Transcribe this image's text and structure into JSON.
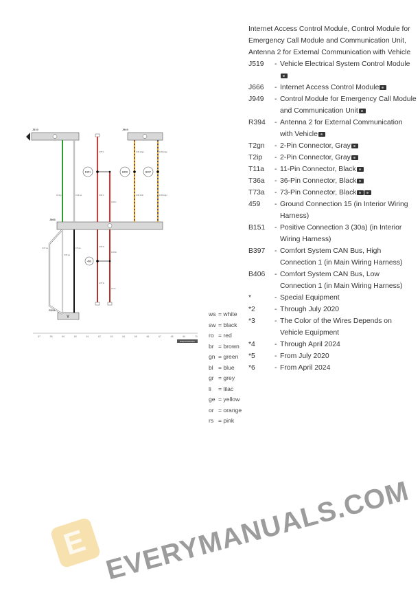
{
  "diagram": {
    "components": {
      "top_left": "J519",
      "top_right": "J949",
      "middle": "J666",
      "bottom": "R394"
    },
    "connections": [
      "B151",
      "B406",
      "B397",
      "459"
    ],
    "wire_labels": [
      "0.13 gn",
      "0.13 ws",
      "0.75 rt",
      "0.35 rt",
      "0.35 rt",
      "0.35 or/ge",
      "0.35 or/ge",
      "0.35 or/br",
      "0.35 or/gn",
      "0.47 ws",
      "0.35 ws",
      "0.5 sw",
      "0.35 br",
      "0.35 br",
      "0.75 br",
      "0.5 br"
    ],
    "grid_numbers": [
      "57",
      "58",
      "59",
      "60",
      "61",
      "62",
      "63",
      "64",
      "65",
      "66",
      "67",
      "68",
      "69",
      "70"
    ],
    "doc_id": "ESM-XXXXXXX"
  },
  "legend": {
    "header": "Internet Access Control Module, Control Module for Emergency Call Module and Communication Unit, Antenna 2 for External Communication with Vehicle",
    "items": [
      {
        "code": "J519",
        "desc": "Vehicle Electrical System Control Module",
        "cams": 1
      },
      {
        "code": "J666",
        "desc": "Internet Access Control Module",
        "cams": 1
      },
      {
        "code": "J949",
        "desc": "Control Module for Emergency Call Module and Communication Unit",
        "cams": 1
      },
      {
        "code": "R394",
        "desc": "Antenna 2 for External Communication with Vehicle",
        "cams": 1
      },
      {
        "code": "T2gn",
        "desc": "2-Pin Connector, Gray",
        "cams": 1
      },
      {
        "code": "T2ip",
        "desc": "2-Pin Connector, Gray",
        "cams": 1
      },
      {
        "code": "T11a",
        "desc": "11-Pin Connector, Black",
        "cams": 1
      },
      {
        "code": "T36a",
        "desc": "36-Pin Connector, Black",
        "cams": 1
      },
      {
        "code": "T73a",
        "desc": "73-Pin Connector, Black",
        "cams": 2
      },
      {
        "code": "459",
        "desc": "Ground Connection 15 (in Interior Wiring Harness)",
        "cams": 0
      },
      {
        "code": "B151",
        "desc": "Positive Connection 3 (30a) (in Interior Wiring Harness)",
        "cams": 0
      },
      {
        "code": "B397",
        "desc": "Comfort System CAN Bus, High Connection 1 (in Main Wiring Harness)",
        "cams": 0
      },
      {
        "code": "B406",
        "desc": "Comfort System CAN Bus, Low Connection 1 (in Main Wiring Harness)",
        "cams": 0
      },
      {
        "code": "*",
        "desc": "Special Equipment",
        "cams": 0
      },
      {
        "code": "*2",
        "desc": "Through July 2020",
        "cams": 0
      },
      {
        "code": "*3",
        "desc": "The Color of the Wires Depends on Vehicle Equipment",
        "cams": 0
      },
      {
        "code": "*4",
        "desc": "Through April 2024",
        "cams": 0
      },
      {
        "code": "*5",
        "desc": "From July 2020",
        "cams": 0
      },
      {
        "code": "*6",
        "desc": "From April 2024",
        "cams": 0
      }
    ]
  },
  "color_key": [
    {
      "abbr": "ws",
      "name": "white"
    },
    {
      "abbr": "sw",
      "name": "black"
    },
    {
      "abbr": "ro",
      "name": "red"
    },
    {
      "abbr": "br",
      "name": "brown"
    },
    {
      "abbr": "gn",
      "name": "green"
    },
    {
      "abbr": "bl",
      "name": "blue"
    },
    {
      "abbr": "gr",
      "name": "grey"
    },
    {
      "abbr": "li",
      "name": "lilac"
    },
    {
      "abbr": "ge",
      "name": "yellow"
    },
    {
      "abbr": "or",
      "name": "orange"
    },
    {
      "abbr": "rs",
      "name": "pink"
    }
  ],
  "watermark": "EVERYMANUALS.COM",
  "colors": {
    "green": "#2e9a2e",
    "red": "#e53030",
    "orange": "#f0a020",
    "box": "#d8d8d8"
  }
}
